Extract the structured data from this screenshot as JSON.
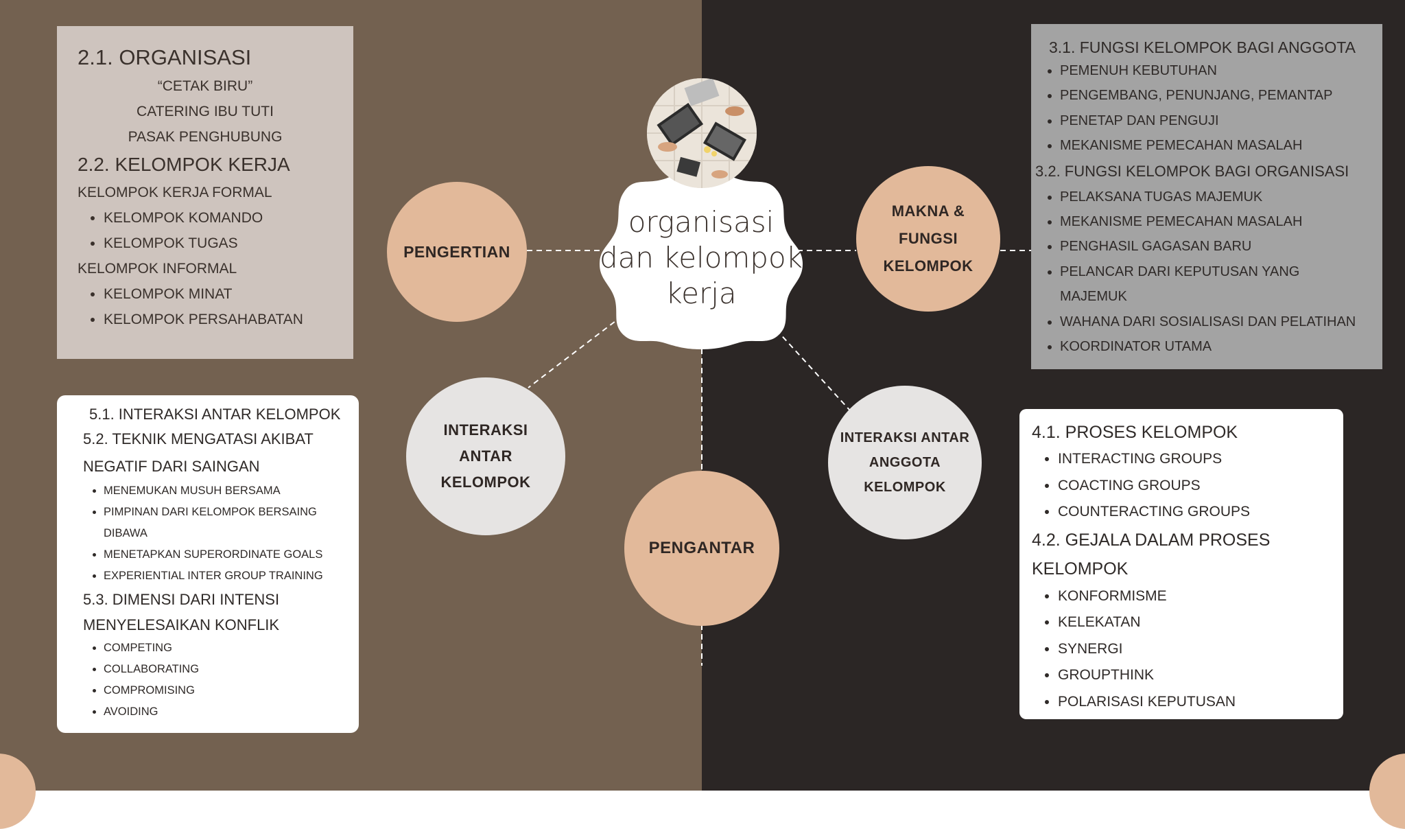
{
  "colors": {
    "left_bg": "#736150",
    "right_bg": "#2b2625",
    "peach": "#e2b99a",
    "light_grey": "#e6e4e3",
    "box_taupe": "#cec4be",
    "box_grey": "#a3a3a3",
    "white": "#ffffff"
  },
  "center": {
    "title_line1": "organisasi",
    "title_line2": "dan kelompok",
    "title_line3": "kerja",
    "photo_icon": "workspace-photo-icon"
  },
  "nodes": {
    "pengertian": "PENGERTIAN",
    "makna_line1": "MAKNA &",
    "makna_line2": "FUNGSI",
    "makna_line3": "KELOMPOK",
    "interaksi_kel_line1": "INTERAKSI",
    "interaksi_kel_line2": "ANTAR",
    "interaksi_kel_line3": "KELOMPOK",
    "interaksi_ang_line1": "INTERAKSI ANTAR",
    "interaksi_ang_line2": "ANGGOTA",
    "interaksi_ang_line3": "KELOMPOK",
    "pengantar": "PENGANTAR"
  },
  "box_organisasi": {
    "h1": "2.1. ORGANISASI",
    "c1": "“CETAK BIRU”",
    "c2": "CATERING IBU TUTI",
    "c3": "PASAK PENGHUBUNG",
    "h2": "2.2. KELOMPOK KERJA",
    "formal": "KELOMPOK KERJA FORMAL",
    "formal_items": [
      "KELOMPOK KOMANDO",
      "KELOMPOK TUGAS"
    ],
    "informal": "KELOMPOK INFORMAL",
    "informal_items": [
      "KELOMPOK MINAT",
      "KELOMPOK PERSAHABATAN"
    ]
  },
  "box_fungsi": {
    "h1": "3.1. FUNGSI KELOMPOK BAGI ANGGOTA",
    "items1": [
      "PEMENUH KEBUTUHAN",
      "PENGEMBANG, PENUNJANG, PEMANTAP",
      "PENETAP DAN PENGUJI",
      "MEKANISME PEMECAHAN MASALAH"
    ],
    "h2": "3.2. FUNGSI KELOMPOK BAGI ORGANISASI",
    "items2": [
      "PELAKSANA TUGAS MAJEMUK",
      "MEKANISME PEMECAHAN MASALAH",
      "PENGHASIL GAGASAN BARU",
      "PELANCAR DARI KEPUTUSAN YANG",
      "WAHANA DARI SOSIALISASI DAN PELATIHAN",
      "KOORDINATOR UTAMA"
    ],
    "item2_4_cont": "MAJEMUK"
  },
  "box_interaksi": {
    "h1": "5.1. INTERAKSI ANTAR KELOMPOK",
    "h2a": "5.2. TEKNIK MENGATASI AKIBAT",
    "h2b": "NEGATIF DARI SAINGAN",
    "items2": [
      "MENEMUKAN MUSUH BERSAMA",
      "PIMPINAN DARI KELOMPOK BERSAING",
      "MENETAPKAN SUPERORDINATE GOALS",
      "EXPERIENTIAL INTER GROUP TRAINING"
    ],
    "item2_2_cont": "DIBAWA",
    "h3a": "5.3. DIMENSI DARI INTENSI",
    "h3b": "MENYELESAIKAN KONFLIK",
    "items3": [
      "COMPETING",
      "COLLABORATING",
      "COMPROMISING",
      "AVOIDING"
    ]
  },
  "box_proses": {
    "h1": "4.1. PROSES KELOMPOK",
    "items1": [
      "INTERACTING GROUPS",
      "COACTING GROUPS",
      "COUNTERACTING GROUPS"
    ],
    "h2a": "4.2. GEJALA DALAM PROSES",
    "h2b": "KELOMPOK",
    "items2": [
      "KONFORMISME",
      "KELEKATAN",
      "SYNERGI",
      "GROUPTHINK",
      "POLARISASI KEPUTUSAN"
    ]
  }
}
